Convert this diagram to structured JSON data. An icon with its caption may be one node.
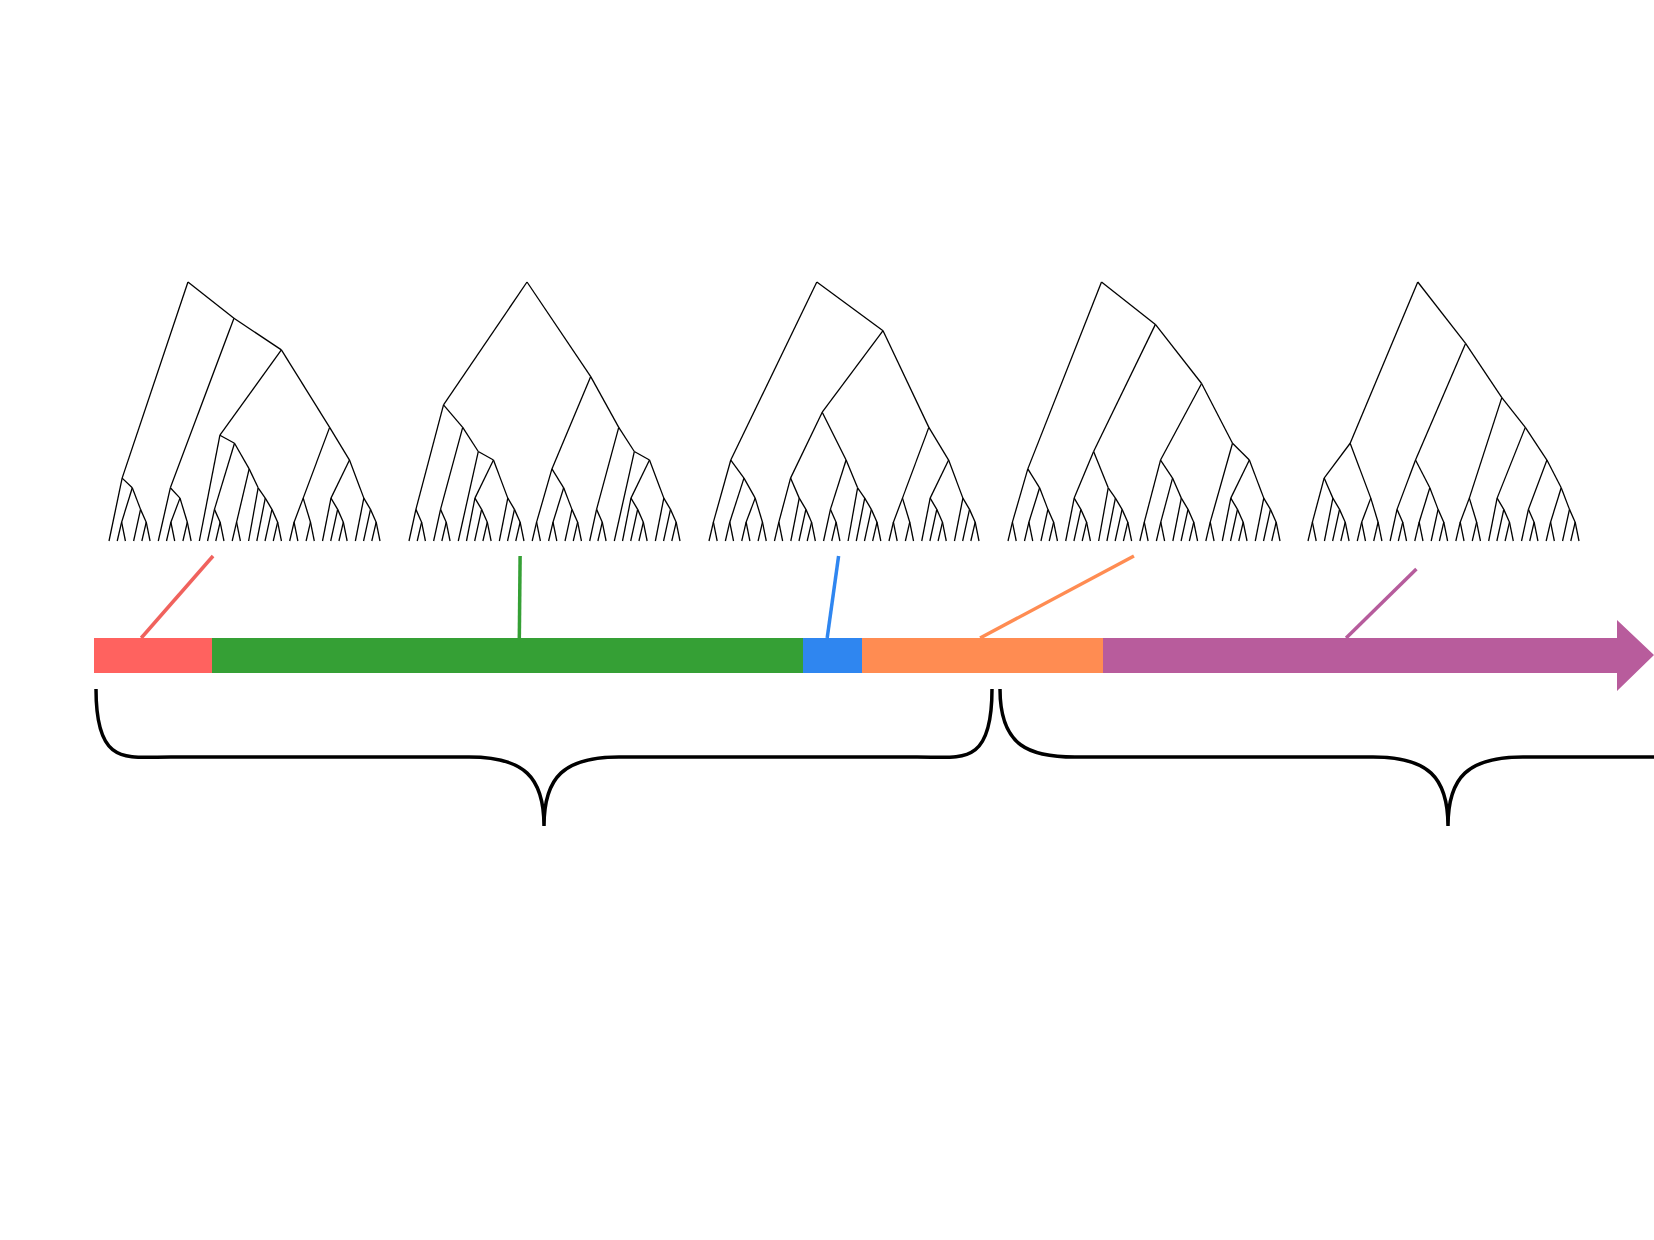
{
  "diagram": {
    "nodes": [
      {
        "text": [],
        "shape": "picture"
      },
      {
        "text": [],
        "shape": "picture"
      },
      {
        "text": [],
        "shape": "picture"
      },
      {
        "text": [],
        "shape": "picture"
      },
      {
        "text": [],
        "shape": "picture"
      },
      {
        "text": [],
        "shape": "bar"
      },
      {
        "text": [],
        "shape": "bar"
      },
      {
        "text": [],
        "shape": "bar"
      },
      {
        "text": [],
        "shape": "bar"
      },
      {
        "text": [],
        "shape": "bar"
      }
    ],
    "edges": [
      {
        "from": 0,
        "to": 5,
        "arrow": "none",
        "color": "#f0625d"
      },
      {
        "from": 1,
        "to": 6,
        "arrow": "none",
        "color": "#35a035"
      },
      {
        "from": 2,
        "to": 7,
        "arrow": "none",
        "color": "#2f86f0"
      },
      {
        "from": 3,
        "to": 8,
        "arrow": "none",
        "color": "#ff8c52"
      },
      {
        "from": 4,
        "to": 9,
        "arrow": "none",
        "color": "#b65c9c"
      }
    ]
  }
}
